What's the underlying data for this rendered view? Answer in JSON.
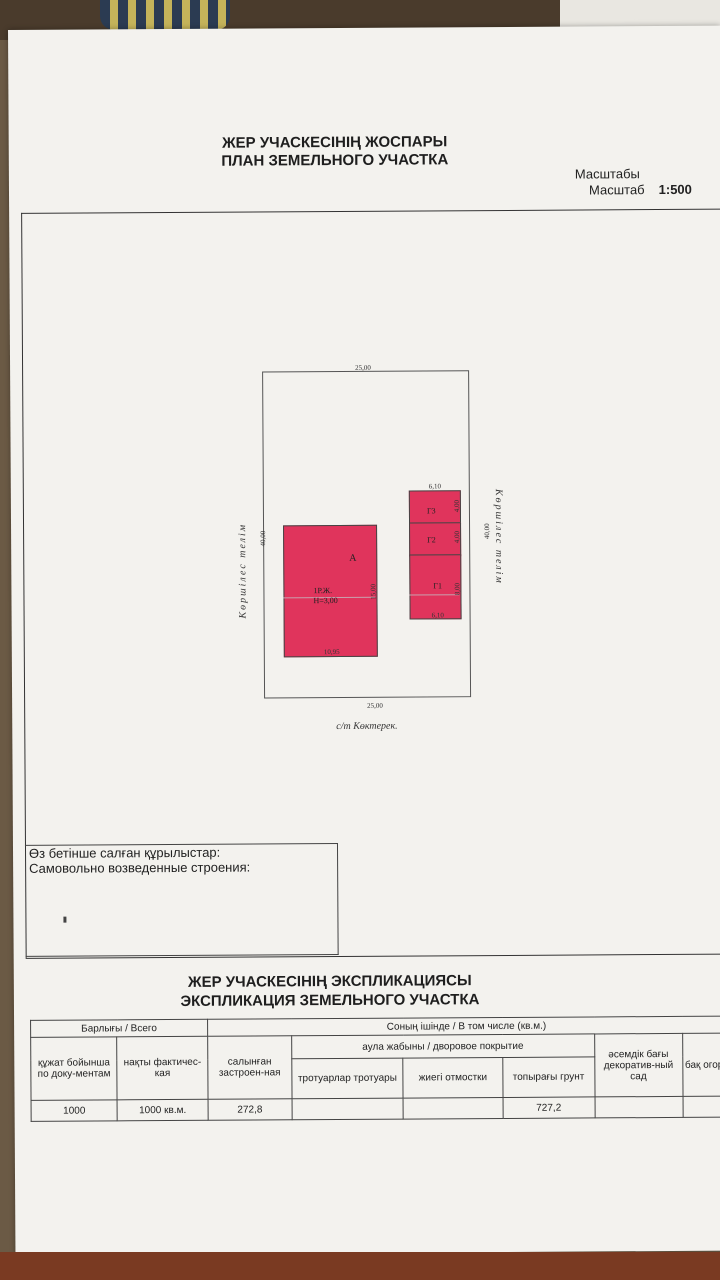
{
  "header": {
    "title_kz": "ЖЕР УЧАСКЕСІНІҢ ЖОСПАРЫ",
    "title_ru": "ПЛАН ЗЕМЕЛЬНОГО УЧАСТКА",
    "scale_kz": "Масштабы",
    "scale_ru": "Масштаб",
    "scale_value": "1:500"
  },
  "plan": {
    "plot_top": "25,00",
    "plot_bottom": "25,00",
    "plot_left": "40,00",
    "plot_right": "40,00",
    "neighbor_left": "Көршілес телім",
    "neighbor_right": "Көршілес телім",
    "street": "с/т Көктерек.",
    "house": {
      "letter": "А",
      "label1": "1Р.Ж.",
      "label2": "Н=3,00",
      "width": "10,95",
      "height": "15,00"
    },
    "garage": {
      "top_width": "6,10",
      "bottom_width": "6,10",
      "g1": "Г1",
      "g2": "Г2",
      "g3": "Г3",
      "g1_h": "8,00",
      "g2_h": "4,00",
      "g3_h": "4,00"
    }
  },
  "self_built": {
    "label_kz": "Өз бетінше салған құрылыстар:",
    "label_ru": "Самовольно возведенные строения:"
  },
  "explication": {
    "title_kz": "ЖЕР УЧАСКЕСІНІҢ ЭКСПЛИКАЦИЯСЫ",
    "title_ru": "ЭКСПЛИКАЦИЯ ЗЕМЕЛЬНОГО УЧАСТКА",
    "h_total": "Барлығы / Всего",
    "h_including": "Соның ішінде / В том числе (кв.м.)",
    "h_yard": "аула жабыны / дворовое покрытие",
    "h_doc": "құжат бойынша по доку-ментам",
    "h_actual": "нақты фактичес-кая",
    "h_built": "салынған застроен-ная",
    "h_sidewalk": "тротуарлар тротуары",
    "h_blind": "жиегі отмостки",
    "h_soil": "топырағы грунт",
    "h_garden": "әсемдік бағы декоратив-ный сад",
    "h_cut": "бақ огор",
    "v_doc": "1000",
    "v_actual": "1000 кв.м.",
    "v_built": "272,8",
    "v_soil": "727,2"
  }
}
